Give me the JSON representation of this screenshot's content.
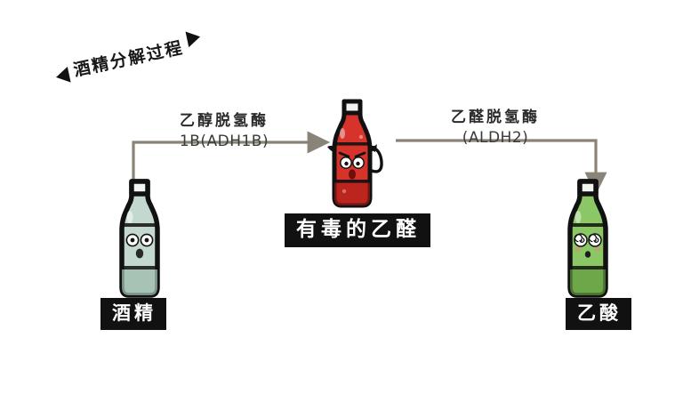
{
  "diagram": {
    "title": "酒精分解过程",
    "title_marker_left": "left-triangle",
    "title_marker_right": "right-triangle",
    "background_color": "#ffffff"
  },
  "steps": [
    {
      "id": "alcohol",
      "caption": "酒精",
      "bottle_color": "#c3d8cf",
      "bottle_color_dark": "#9dbcae",
      "face": "surprised-eyes"
    },
    {
      "id": "acetaldehyde",
      "caption": "有毒的乙醛",
      "bottle_color": "#d6332a",
      "bottle_color_dark": "#a81d17",
      "face": "devil-face"
    },
    {
      "id": "acetate",
      "caption": "乙酸",
      "bottle_color": "#8cc765",
      "bottle_color_dark": "#5f9a3d",
      "face": "dizzy-spiral-eyes"
    }
  ],
  "enzymes": [
    {
      "id": "adh1b",
      "cn": "乙醇脱氢酶",
      "en": "1B(ADH1B)",
      "arrow_direction": "up-then-right",
      "arrow_color": "#8a8378"
    },
    {
      "id": "aldh2",
      "cn": "乙醛脱氢酶",
      "en": "(ALDH2)",
      "arrow_direction": "right-then-down",
      "arrow_color": "#8a8378"
    }
  ],
  "colors": {
    "chip_background": "#111111",
    "chip_text": "#ffffff",
    "arrow": "#8a8378",
    "outline": "#111111"
  }
}
